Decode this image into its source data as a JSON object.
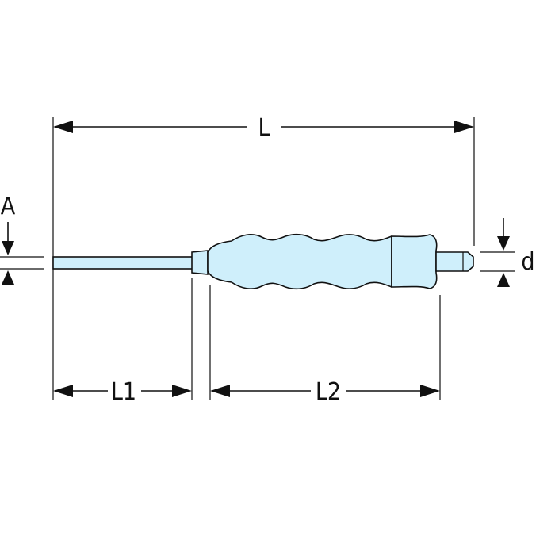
{
  "diagram": {
    "labels": {
      "overall_length": "L",
      "tip_length": "L1",
      "handle_length": "L2",
      "tip_diameter": "A",
      "end_diameter": "d"
    },
    "colors": {
      "tool_fill": "#cfeffb",
      "outline": "#111111",
      "background": "#ffffff"
    }
  }
}
